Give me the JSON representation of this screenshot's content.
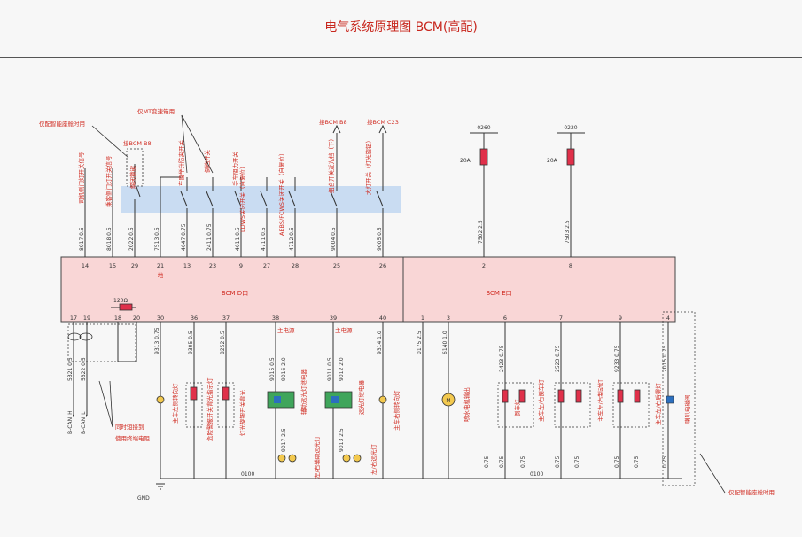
{
  "title": "电气系统原理图 BCM(高配)",
  "colors": {
    "wire": "#333333",
    "accent": "#d02a20",
    "module_fill": "#f9d6d6",
    "switch_band": "#c9dcf2",
    "relay_fill": "#3fa55b",
    "motor_fill": "#f3c94f",
    "fuse_fill": "#e0304a"
  },
  "annotations": {
    "optional_top": "仅配智能座舱时用",
    "mt_only": "仅MT变速箱用",
    "to_bcm_b8_a": "接BCM B8",
    "to_bcm_b8_b": "接BCM B8",
    "to_bcm_c23": "接BCM C23",
    "twist_note_1": "同时短接到",
    "twist_note_2": "使用终端电阻",
    "optional_bottom": "仅配智能座舱时用",
    "gnd": "GND",
    "main_power_1": "主电源",
    "main_power_2": "主电源",
    "ground_under_21": "地"
  },
  "fuses": [
    {
      "id": "0260",
      "rating": "20A",
      "wire": "7502 2.5"
    },
    {
      "id": "0220",
      "rating": "20A",
      "wire": "7503 2.5"
    }
  ],
  "module_d": {
    "label": "BCM  D口",
    "top_pins": [
      "14",
      "15",
      "29",
      "21",
      "13",
      "23",
      "9",
      "27",
      "28",
      "25",
      "26"
    ],
    "bottom_pins": [
      "17",
      "19",
      "18",
      "20",
      "30",
      "36",
      "37",
      "38",
      "39",
      "40"
    ]
  },
  "module_e": {
    "label": "BCM  E口",
    "top_pins": [
      "2",
      "8"
    ],
    "bottom_pins": [
      "1",
      "3",
      "6",
      "7",
      "9",
      "4"
    ]
  },
  "resistor": "120Ω",
  "top_wires": [
    "8017 0.5",
    "8018 0.5",
    "2022 0.5",
    "7513 0.5",
    "4647 0.75",
    "2411 0.75",
    "4611 0.5",
    "4711 0.5",
    "4712 0.5",
    "9004 0.5",
    "9005 0.5"
  ],
  "top_labels": [
    "司机侧门灯开关信号",
    "乘客侧门灯开关信号",
    "解闭锁键",
    "车窗举升防夹开关",
    "倒档开关",
    "手车阻力开关",
    "LDWS关闭开关（自复位）",
    "AEBS/FCWS关闭开关（自复位）",
    "组合开关近光挡（下）",
    "大灯开关（灯光旋钮）"
  ],
  "bottom_wires": [
    "5321 0.5",
    "5322 0.5",
    "9313 0.75",
    "9305 0.5",
    "8252 0.5",
    "9015 0.5",
    "9016 2.0",
    "9011 0.5",
    "9012 2.0",
    "9314 1.0",
    "0175 2.5",
    "6140 1.0",
    "2423 0.75",
    "2523 0.75",
    "9233 0.75",
    "2015 0.75"
  ],
  "bottom_labels": [
    "主车左侧转向灯",
    "危险警报开关背光指示灯",
    "灯光旋钮开关背光",
    "辅助远光灯继电器",
    "远光灯继电器",
    "主车右侧转向灯",
    "喷水电机输出",
    "倒车灯",
    "主车左/右倒车灯",
    "主车左/右制动灯",
    "主车左/右后雾灯",
    "喇叭电磁阀",
    "左/右辅助远光灯",
    "左/右远光灯"
  ],
  "can": [
    "B-CAN_H",
    "B-CAN_L"
  ],
  "gnd_wires": [
    "0100",
    "0100",
    "0.75",
    "0.75",
    "0.75",
    "0.75",
    "0.75",
    "0.75",
    "0.75",
    "0.75",
    "9017 2.5",
    "9013 2.5"
  ]
}
